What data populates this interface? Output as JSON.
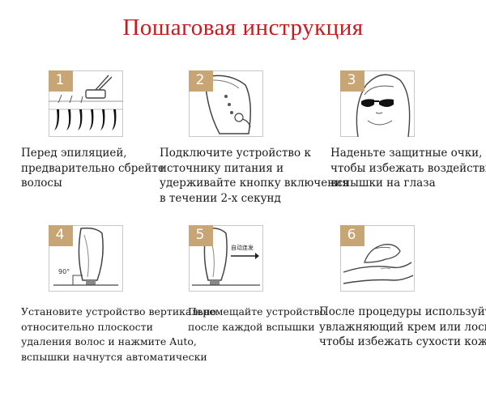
{
  "title": "Пошаговая инструкция",
  "accent_color": "#c8a574",
  "title_color": "#c8191c",
  "steps": [
    {
      "number": "1",
      "icon": "razor-shaving-hair-icon",
      "caption_lines": [
        "Перед эпиляцией,",
        "предварительно сбрейте",
        "волосы"
      ]
    },
    {
      "number": "2",
      "icon": "device-power-button-icon",
      "caption_lines": [
        "Подключите устройство к",
        "источнику питания и",
        "удерживайте кнопку включения",
        "в течении 2-х секунд"
      ]
    },
    {
      "number": "3",
      "icon": "woman-protective-glasses-icon",
      "caption_lines": [
        "Наденьте защитные очки,",
        "чтобы избежать воздействия",
        "вспышки на глаза"
      ]
    },
    {
      "number": "4",
      "icon": "device-90-degree-icon",
      "angle_label": "90°",
      "caption_lines": [
        "Установите устройство вертикально",
        "относительно плоскости",
        "удаления волос и нажмите Auto,",
        "вспышки начнутся автоматически"
      ]
    },
    {
      "number": "5",
      "icon": "device-auto-slide-arrow-icon",
      "arrow_label": "自动连发",
      "caption_lines": [
        "Перемещайте устройство",
        "после каждой вспышки"
      ]
    },
    {
      "number": "6",
      "icon": "arm-applying-cream-icon",
      "caption_lines": [
        "После процедуры используйте",
        "увлажняющий крем или лосьон,",
        "чтобы избежать сухости кожи"
      ]
    }
  ]
}
